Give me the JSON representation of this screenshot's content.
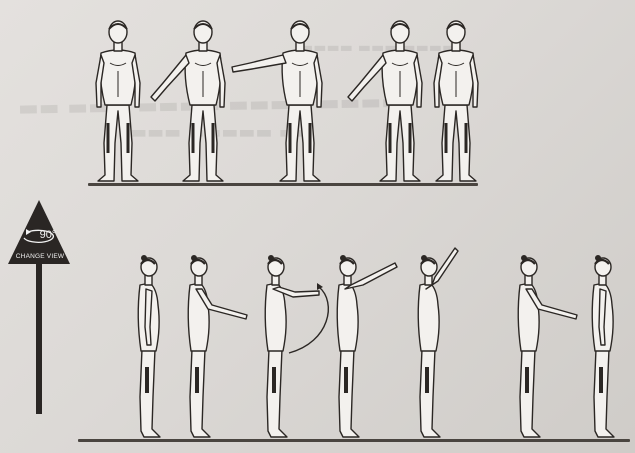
{
  "sign": {
    "angle_label": "90°",
    "caption": "CHANGE VIEW"
  },
  "colors": {
    "page": "#dcd9d6",
    "ink": "#2b2724",
    "sign": "#2a2624",
    "body_fill": "#f3f1ee"
  },
  "rows": [
    {
      "view": "front",
      "figures": [
        {
          "arm": "down"
        },
        {
          "arm": "low-left"
        },
        {
          "arm": "side-left"
        },
        {
          "arm": "low-left"
        },
        {
          "arm": "down"
        }
      ]
    },
    {
      "view": "side",
      "figures": [
        {
          "arm": "down"
        },
        {
          "arm": "forward"
        },
        {
          "arm": "circle"
        },
        {
          "arm": "raised"
        },
        {
          "arm": "up"
        },
        {
          "arm": "forward"
        },
        {
          "arm": "down"
        }
      ]
    }
  ]
}
